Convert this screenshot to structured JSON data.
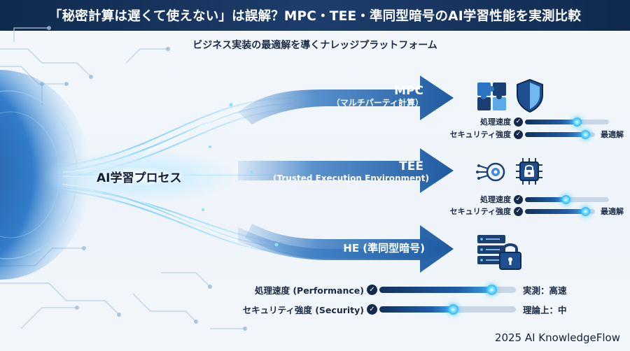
{
  "title": "「秘密計算は遅くて使えない」は誤解？MPC・TEE・準同型暗号のAI学習性能を実測比較",
  "subtitle": "ビジネス実装の最適解を導くナレッジプラットフォーム",
  "center_label": "AI学習プロセス",
  "methods": [
    {
      "name": "MPC",
      "detail": "（マルチパーティ計算）",
      "icons": [
        "puzzle-icon",
        "shield-icon"
      ],
      "metrics": [
        {
          "label": "処理速度",
          "level": 0.62,
          "value": ""
        },
        {
          "label": "セキュリティ強度",
          "level": 0.86,
          "value": "最適解"
        }
      ]
    },
    {
      "name": "TEE",
      "detail": "(Trusted Execution Environment)",
      "icons": [
        "target-node-icon",
        "chip-lock-icon"
      ],
      "metrics": [
        {
          "label": "処理速度",
          "level": 0.48,
          "value": ""
        },
        {
          "label": "セキュリティ強度",
          "level": 0.86,
          "value": "最適解"
        }
      ]
    },
    {
      "name": "HE (準同型暗号)",
      "detail": "",
      "icons": [
        "server-lock-icon"
      ],
      "metrics": [
        {
          "label": "処理速度 (Performance)",
          "level": 0.82,
          "value": "実測：高速"
        },
        {
          "label": "セキュリティ強度 (Security)",
          "level": 0.54,
          "value": "理論上：中"
        }
      ]
    }
  ],
  "footer": "2025 AI KnowledgeFlow",
  "colors": {
    "title_bg": "#0f2a4f",
    "arrow": "#2f6fb4",
    "accent_glow": "#45c8ff",
    "track": "#c9d6e5"
  }
}
